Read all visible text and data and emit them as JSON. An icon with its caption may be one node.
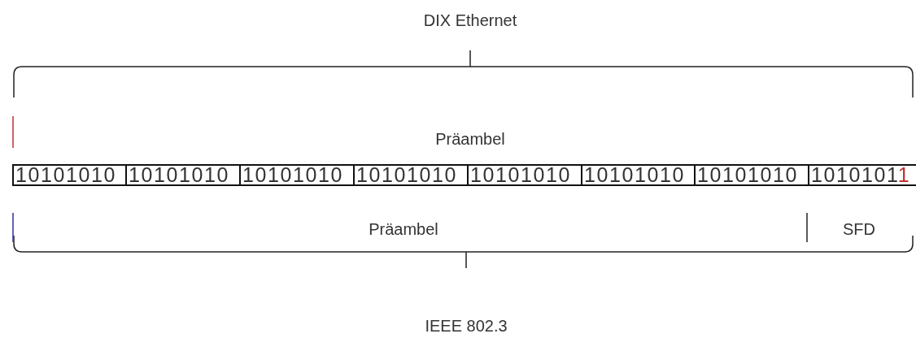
{
  "diagram": {
    "nodes": [
      {
        "text": [
          "10101010"
        ]
      },
      {
        "text": [
          "10101010"
        ]
      },
      {
        "text": [
          "10101010"
        ]
      },
      {
        "text": [
          "10101010"
        ]
      },
      {
        "text": [
          "10101010"
        ]
      },
      {
        "text": [
          "10101010"
        ]
      },
      {
        "text": [
          "10101010"
        ]
      },
      {
        "text": [
          "10101011"
        ]
      }
    ],
    "labels": [
      "DIX Ethernet",
      "Präambel",
      "Präambel",
      "SFD",
      "IEEE 802.3"
    ]
  }
}
